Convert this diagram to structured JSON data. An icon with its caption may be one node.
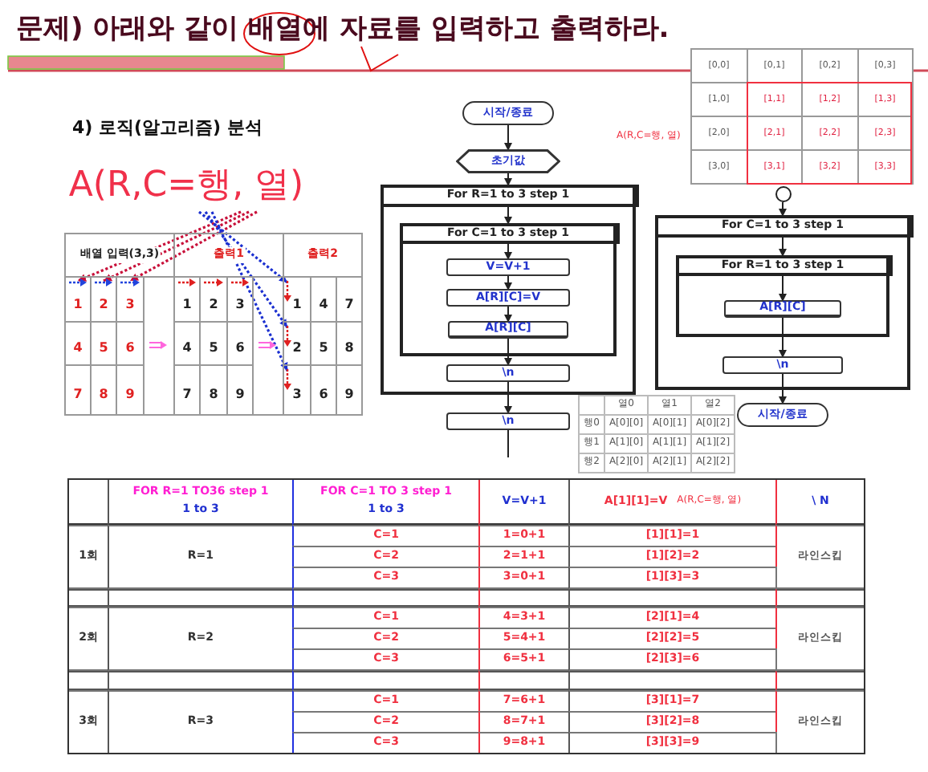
{
  "diagram": {
    "title": "문제) 아래와 같이 배열에 자료를 입력하고 출력하라.",
    "nodes": [
      {
        "text": [
          "A(R,C=행, 열)"
        ]
      },
      {
        "text": [
          "시작/종료"
        ]
      },
      {
        "text": [
          "초기값"
        ]
      },
      {
        "text": [],
        "shape": "box"
      },
      {
        "text": [
          "For R=1 to 3 step 1"
        ],
        "in": 3
      },
      {
        "text": [],
        "shape": "box",
        "in": 3
      },
      {
        "text": [
          "For C=1 to 3 step 1"
        ],
        "in": 5
      },
      {
        "text": [
          "V=V+1"
        ],
        "in": 5
      },
      {
        "text": [
          "A[R][C]=V"
        ],
        "in": 5
      },
      {
        "text": [
          "A[R][C]"
        ],
        "in": 5
      },
      {
        "text": [
          "\\n"
        ],
        "in": 3
      },
      {
        "text": [
          "\\n"
        ]
      },
      {
        "text": [],
        "shape": "circle"
      },
      {
        "text": [],
        "shape": "box"
      },
      {
        "text": [
          "For C=1 to 3 step 1"
        ],
        "in": 13
      },
      {
        "text": [],
        "shape": "box",
        "in": 13
      },
      {
        "text": [
          "For R=1 to 3 step 1"
        ],
        "in": 15
      },
      {
        "text": [
          "A[R][C]"
        ],
        "in": 15
      },
      {
        "text": [
          "\\n"
        ],
        "in": 13
      },
      {
        "text": [
          "시작/종료"
        ]
      },
      {
        "text": [],
        "shape": "arrow"
      },
      {
        "text": [],
        "shape": "arrow"
      },
      {
        "text": [],
        "shape": "arrow"
      },
      {
        "text": [],
        "shape": "arrow"
      },
      {
        "text": [],
        "shape": "arrow"
      },
      {
        "text": [],
        "shape": "arrow"
      }
    ],
    "edges": [
      {
        "from": 0,
        "to": 20,
        "arrow": "to",
        "style": "dashed",
        "color": "#c8103a"
      },
      {
        "from": 0,
        "to": 21,
        "arrow": "to",
        "style": "dashed",
        "color": "#c8103a"
      },
      {
        "from": 0,
        "to": 22,
        "arrow": "to",
        "style": "dashed",
        "color": "#c8103a"
      },
      {
        "from": 0,
        "to": 23,
        "arrow": "to",
        "style": "dashed",
        "color": "#1a2fd0"
      },
      {
        "from": 0,
        "to": 24,
        "arrow": "to",
        "style": "dashed",
        "color": "#1a2fd0"
      },
      {
        "from": 0,
        "to": 25,
        "arrow": "to",
        "style": "dashed",
        "color": "#1a2fd0"
      },
      {
        "from": 1,
        "to": 2,
        "arrow": "to"
      },
      {
        "from": 2,
        "to": 3,
        "arrow": "to"
      },
      {
        "from": 4,
        "to": 5,
        "arrow": "to"
      },
      {
        "from": 6,
        "to": 7,
        "arrow": "to"
      },
      {
        "from": 7,
        "to": 8,
        "arrow": "to"
      },
      {
        "from": 8,
        "to": 9,
        "arrow": "to"
      },
      {
        "from": 9,
        "to": 10,
        "arrow": "to"
      },
      {
        "from": 10,
        "to": 11,
        "arrow": "to"
      },
      {
        "from": 11,
        "to": null,
        "arrow": "none"
      },
      {
        "from": 12,
        "to": 13,
        "arrow": "to"
      },
      {
        "from": 14,
        "to": 15,
        "arrow": "to"
      },
      {
        "from": 16,
        "to": 17,
        "arrow": "to"
      },
      {
        "from": 17,
        "to": 18,
        "arrow": "to"
      },
      {
        "from": 18,
        "to": 19,
        "arrow": "to"
      }
    ],
    "labels": [
      "[0,0]",
      "[0,1]",
      "[0,2]",
      "[0,3]",
      "[1,0]",
      "[1,1]",
      "[1,2]",
      "[1,3]",
      "[2,0]",
      "[2,1]",
      "[2,2]",
      "[2,3]",
      "[3,0]",
      "[3,1]",
      "[3,2]",
      "[3,3]",
      "4) 로직(알고리즘) 분석",
      "A(R,C=행, 열)",
      "배열 입력(3,3)",
      "출력1",
      "출력2",
      "1",
      "2",
      "3",
      "1",
      "2",
      "3",
      "1",
      "4",
      "7",
      "4",
      "5",
      "6",
      "4",
      "5",
      "6",
      "2",
      "5",
      "8",
      "7",
      "8",
      "9",
      "7",
      "8",
      "9",
      "3",
      "6",
      "9",
      "열0",
      "열1",
      "열2",
      "행0",
      "A[0][0]",
      "A[0][1]",
      "A[0][2]",
      "행1",
      "A[1][0]",
      "A[1][1]",
      "A[1][2]",
      "행2",
      "A[2][0]",
      "A[2][1]",
      "A[2][2]",
      "FOR R=1 TO36 step 1",
      "1 to 3",
      "FOR C=1 TO 3 step 1",
      "1 to 3",
      "V=V+1",
      "A[1][1]=V",
      "A(R,C=행, 열)",
      "\\ N",
      "1회",
      "R=1",
      "C=1",
      "1=0+1",
      "[1][1]=1",
      "C=2",
      "2=1+1",
      "[1][2]=2",
      "라인스킵",
      "C=3",
      "3=0+1",
      "[1][3]=3",
      "2회",
      "R=2",
      "C=1",
      "4=3+1",
      "[2][1]=4",
      "C=2",
      "5=4+1",
      "[2][2]=5",
      "라인스킵",
      "C=3",
      "6=5+1",
      "[2][3]=6",
      "3회",
      "R=3",
      "C=1",
      "7=6+1",
      "[3][1]=7",
      "C=2",
      "8=7+1",
      "[3][2]=8",
      "라인스킵",
      "C=3",
      "9=8+1",
      "[3][3]=9"
    ]
  }
}
